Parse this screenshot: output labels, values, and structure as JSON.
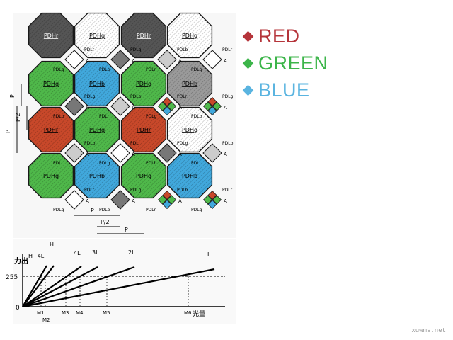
{
  "colors": {
    "red": "#c8482a",
    "green": "#4fb84a",
    "blue": "#41a8dc",
    "gray_dark": "#555555",
    "gray_mid": "#9a9a9a",
    "outline": "#1a1a1a"
  },
  "legend": [
    {
      "label": "RED",
      "color": "#b5343a"
    },
    {
      "label": "GREEN",
      "color": "#3cb54a"
    },
    {
      "label": "BLUE",
      "color": "#5ab4e0"
    }
  ],
  "pixel_grid": {
    "row1": [
      "PDHr",
      "PDHg",
      "PDHr",
      "PDHg"
    ],
    "row2": [
      "PDHg",
      "PDHb",
      "PDHg",
      "PDHb"
    ],
    "row3": [
      "PDHr",
      "PDHg",
      "PDHr",
      "PDHg"
    ],
    "row4": [
      "PDHg",
      "PDHb",
      "PDHg",
      "PDHb"
    ]
  },
  "small_pixel_labels": {
    "pdlr": "PDLr",
    "pdlg": "PDLg",
    "pdlb": "PDLb",
    "a": "A"
  },
  "dimension_labels": {
    "p": "P",
    "half_p": "P/2"
  },
  "graph": {
    "y_axis_label": "力出",
    "x_axis_label": "光量",
    "y_tick": "255",
    "origin": "0",
    "line_labels": [
      "H+4L",
      "H",
      "4L",
      "3L",
      "2L",
      "L"
    ],
    "x_ticks": [
      "M1",
      "M2",
      "M3",
      "M4",
      "M5",
      "M6"
    ]
  },
  "watermark": "xuwms.net"
}
